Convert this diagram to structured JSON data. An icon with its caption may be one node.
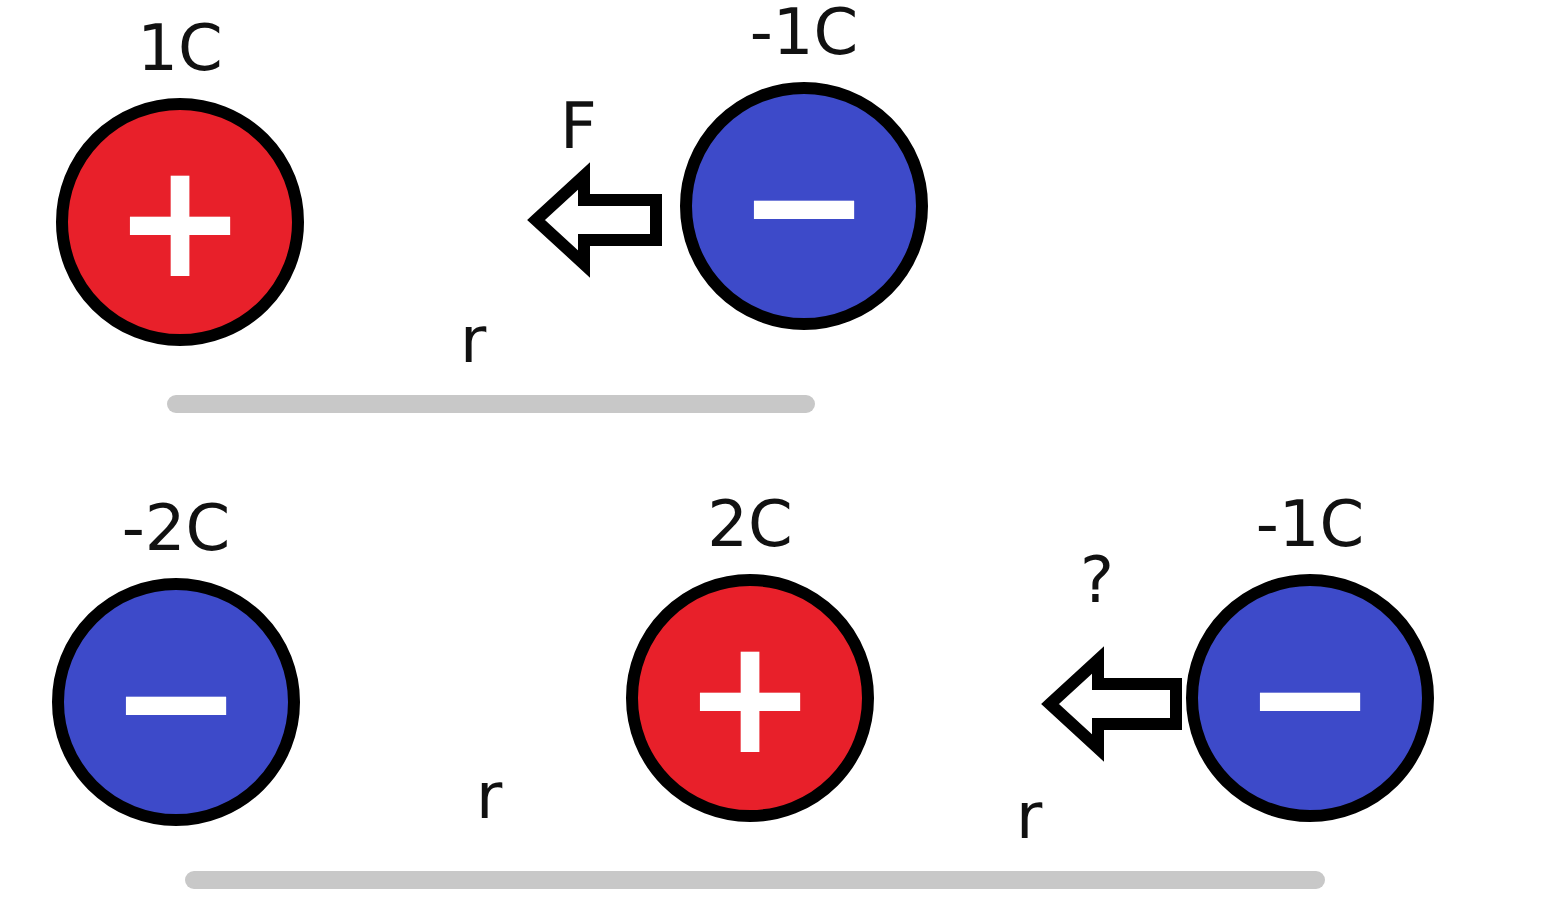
{
  "diagram": {
    "nodes": [
      {
        "text": [
          "1C",
          "+"
        ]
      },
      {
        "text": [
          "-1C",
          "−"
        ]
      },
      {
        "text": [
          "-2C",
          "−"
        ]
      },
      {
        "text": [
          "2C",
          "+"
        ]
      },
      {
        "text": [
          "-1C",
          "−"
        ]
      }
    ],
    "edges": [],
    "labels": [
      "F",
      "r",
      "?",
      "r",
      "r"
    ]
  }
}
